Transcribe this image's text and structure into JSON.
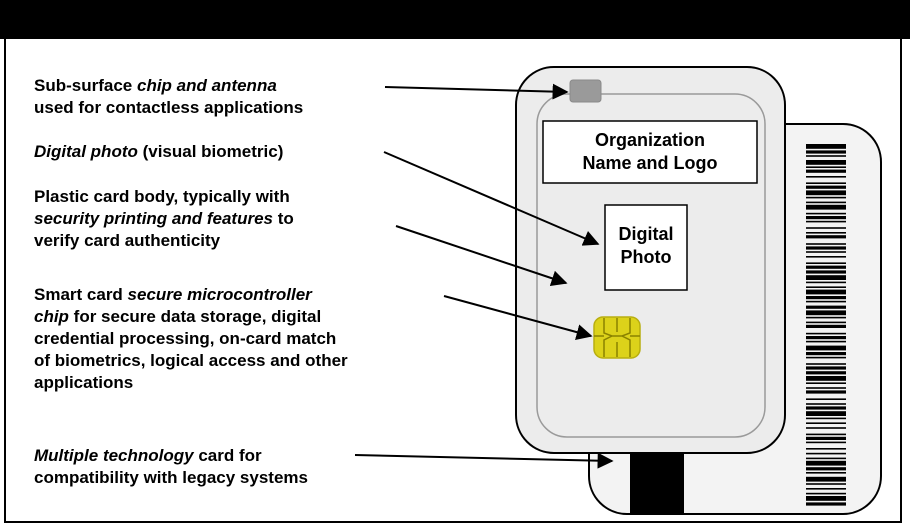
{
  "labels": {
    "chip_antenna": {
      "pre": "Sub-surface ",
      "em": "chip and antenna",
      "post": "used for contactless applications"
    },
    "digital_photo": {
      "em": "Digital photo",
      "post": " (visual biometric)"
    },
    "plastic_body": {
      "pre": "Plastic card body, typically with",
      "em": "security printing and features",
      "mid": " to",
      "post": "verify card authenticity"
    },
    "smart_chip": {
      "pre": "Smart card ",
      "em1": "secure microcontroller",
      "em2": "chip",
      "post1": " for secure data storage, digital",
      "post2": "credential processing, on-card match",
      "post3": "of biometrics, logical access and other",
      "post4": "applications"
    },
    "multi_tech": {
      "em": "Multiple technology",
      "post1": " card for",
      "post2": "compatibility with legacy systems"
    }
  },
  "card": {
    "org_line1": "Organization",
    "org_line2": "Name and Logo",
    "photo_line1": "Digital",
    "photo_line2": "Photo"
  },
  "colors": {
    "card_front": "#ececec",
    "card_back": "#f3f3f3",
    "chip_gold": "#dcd21a",
    "antenna_chip": "#9a9a9a",
    "stripe": "#000000"
  }
}
